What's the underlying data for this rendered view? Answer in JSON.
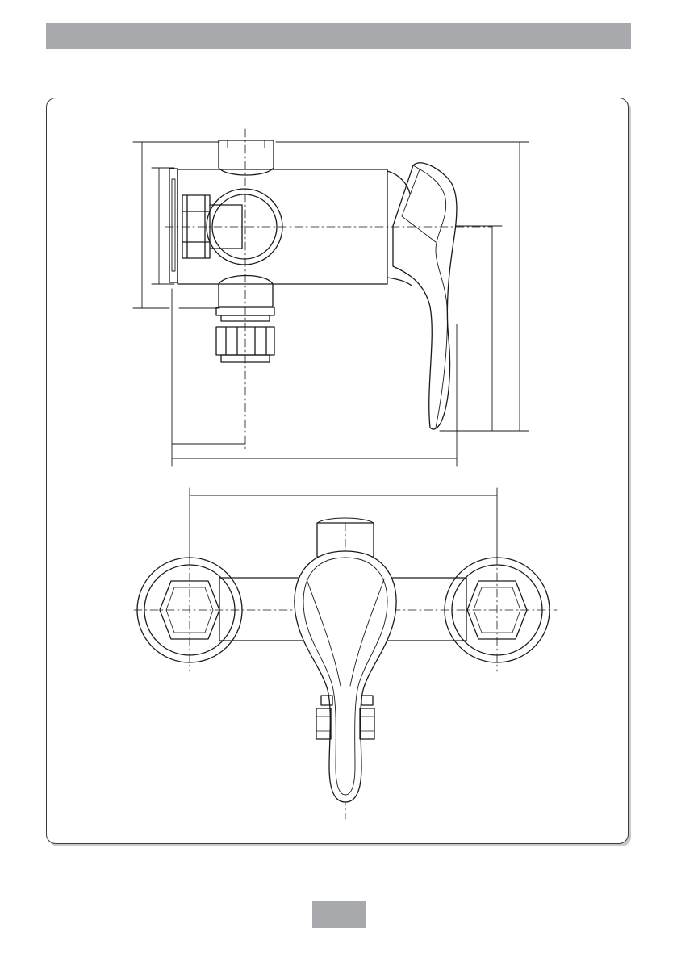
{
  "header": {
    "title": ""
  },
  "footer": {
    "page_number": ""
  },
  "colors": {
    "band": "#a7a9ac",
    "line": "#1a1a1a",
    "frame": "#3a3a3a"
  },
  "drawings": [
    {
      "view": "side-view",
      "contents": [
        "valve-body",
        "lever-handle",
        "compression-fitting",
        "dimension-lines",
        "center-lines"
      ]
    },
    {
      "view": "front-view",
      "contents": [
        "valve-body",
        "lever-handle",
        "wall-flanges",
        "inlet-fittings",
        "dimension-line",
        "center-lines"
      ]
    }
  ]
}
